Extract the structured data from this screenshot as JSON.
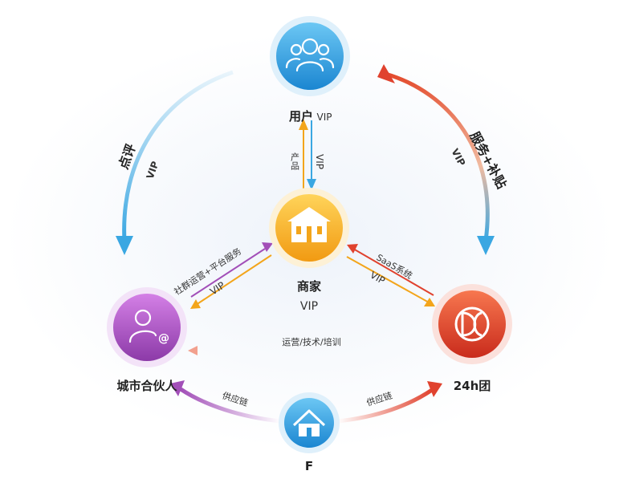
{
  "nodes": {
    "user": {
      "label": "用户",
      "tag": "VIP"
    },
    "merchant": {
      "label": "商家",
      "tag": "VIP"
    },
    "city_partner": {
      "label": "城市合伙人"
    },
    "group24h": {
      "label": "24h团"
    },
    "f": {
      "label": "F"
    }
  },
  "edges": {
    "left_arc": {
      "label": "点评",
      "tag": "VIP"
    },
    "right_arc": {
      "label": "服务+补贴",
      "tag": "VIP"
    },
    "user_merchant": {
      "label": "产品",
      "tag": "VIP"
    },
    "city_merchant": {
      "label": "社群运营+平台服务",
      "tag": "VIP"
    },
    "group_merchant": {
      "label": "SaaS系统",
      "tag": "VIP"
    },
    "group_city": {
      "label": "运营/技术/培训"
    },
    "f_city": {
      "label": "供应链"
    },
    "f_group": {
      "label": "供应链"
    }
  },
  "colors": {
    "blue": "#3aa7e2",
    "orange": "#f3a51b",
    "purple": "#a24fb8",
    "red": "#e0422e"
  }
}
